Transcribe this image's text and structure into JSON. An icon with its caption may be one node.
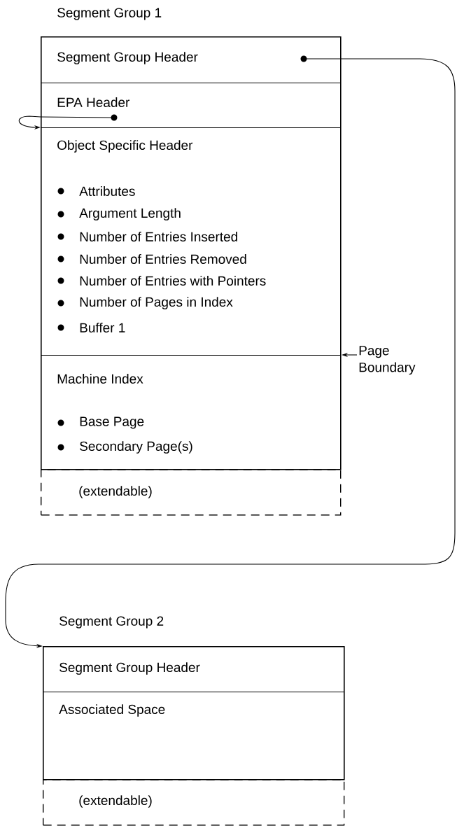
{
  "diagram": {
    "nodes": [
      {
        "text": [
          "Segment Group 1"
        ]
      },
      {
        "text": [
          "Segment Group Header"
        ],
        "in": 0
      },
      {
        "text": [
          "EPA Header"
        ],
        "in": 0
      },
      {
        "text": [
          "Object Specific Header",
          "Attributes",
          "Argument Length",
          "Number of Entries Inserted",
          "Number of Entries Removed",
          "Number of Entries with Pointers",
          "Number of Pages in Index",
          "Buffer 1"
        ],
        "in": 0
      },
      {
        "text": [
          "Machine Index",
          "Base Page",
          "Secondary Page(s)"
        ],
        "in": 0
      },
      {
        "text": [
          "(extendable)"
        ]
      },
      {
        "text": [
          "Segment Group 2"
        ]
      },
      {
        "text": [
          "Segment Group Header"
        ],
        "in": 6
      },
      {
        "text": [
          "Associated Space"
        ],
        "in": 6
      },
      {
        "text": [
          "(extendable)"
        ]
      },
      {
        "text": [
          "Page Boundary"
        ]
      }
    ],
    "edges": [
      {
        "from": 1,
        "to": 7,
        "arrow": "to"
      },
      {
        "from": 2,
        "to": 3,
        "arrow": "to"
      },
      {
        "from": 10,
        "to": null,
        "arrow": "to"
      }
    ]
  }
}
